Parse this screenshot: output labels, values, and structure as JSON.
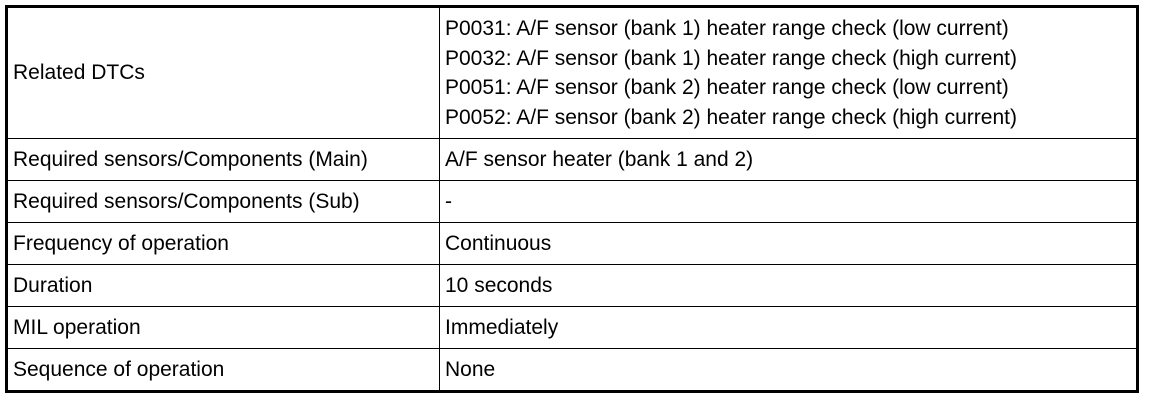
{
  "table": {
    "rows": [
      {
        "label": "Related DTCs",
        "values": [
          "P0031: A/F sensor (bank 1) heater range check (low current)",
          "P0032: A/F sensor (bank 1) heater range check (high current)",
          "P0051: A/F sensor (bank 2) heater range check (low current)",
          "P0052: A/F sensor (bank 2) heater range check (high current)"
        ]
      },
      {
        "label": "Required sensors/Components (Main)",
        "value": "A/F sensor heater (bank 1 and 2)"
      },
      {
        "label": "Required sensors/Components (Sub)",
        "value": "-"
      },
      {
        "label": "Frequency of operation",
        "value": "Continuous"
      },
      {
        "label": "Duration",
        "value": "10 seconds"
      },
      {
        "label": "MIL operation",
        "value": "Immediately"
      },
      {
        "label": "Sequence of operation",
        "value": "None"
      }
    ]
  }
}
